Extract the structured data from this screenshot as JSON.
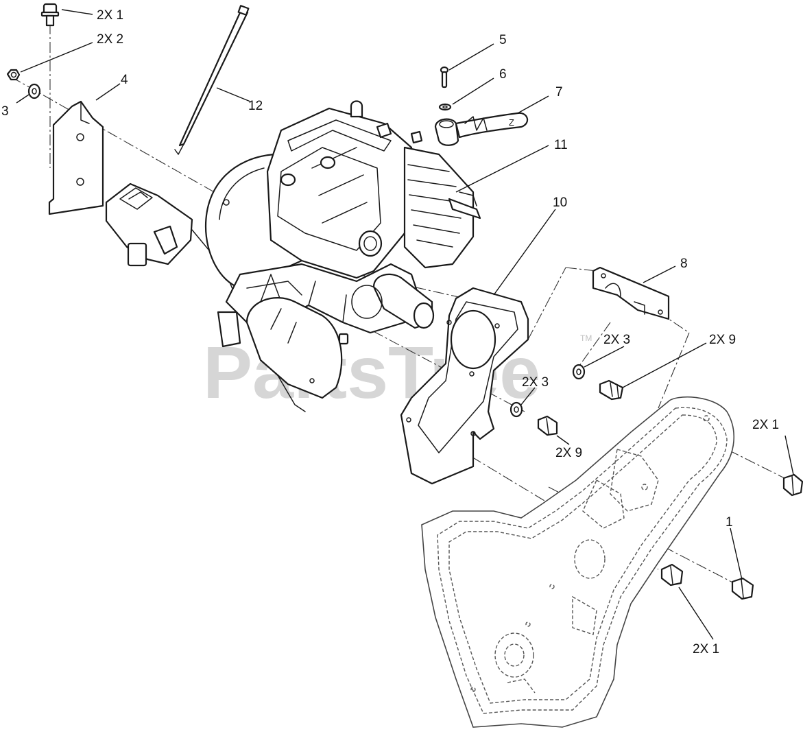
{
  "watermark": {
    "text": "PartsTree",
    "trademark": "TM"
  },
  "callouts": {
    "c1_top": "2X 1",
    "c2": "2X 2",
    "c3_left": "3",
    "c4": "4",
    "c5": "5",
    "c6": "6",
    "c7": "7",
    "c8": "8",
    "c10": "10",
    "c11": "11",
    "c12": "12",
    "c3_a": "2X 3",
    "c9_a": "2X 9",
    "c3_b": "2X 3",
    "c9_b": "2X 9",
    "c1_right": "2X 1",
    "c1_single": "1",
    "c1_bottom": "2X 1"
  },
  "colors": {
    "line": "#1a1a1a",
    "watermark": "#c9c9c9",
    "background": "#ffffff"
  }
}
